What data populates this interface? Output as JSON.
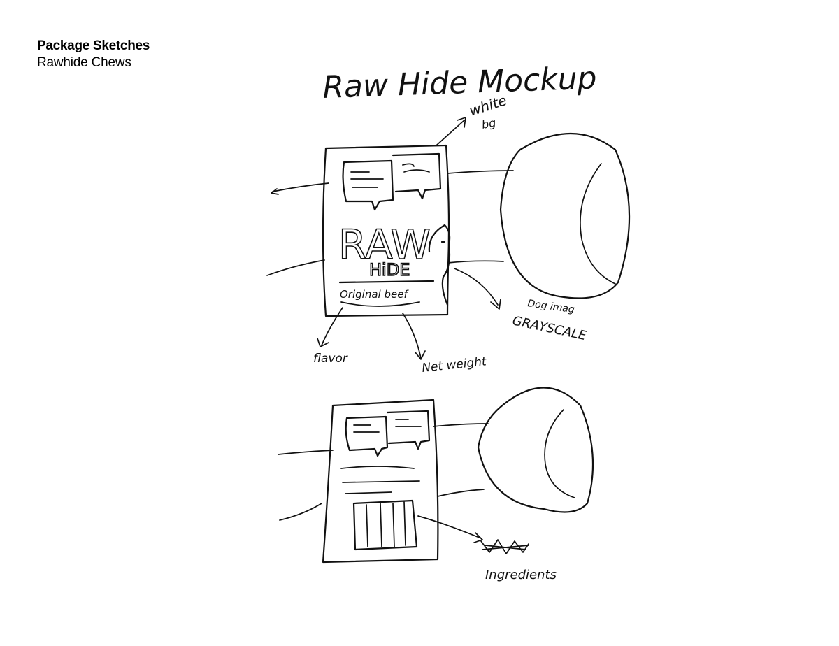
{
  "header": {
    "title": "Package Sketches",
    "subtitle": "Rawhide Chews"
  },
  "sketch": {
    "heading": "Raw Hide Mockup",
    "package_front": {
      "brand_line1": "RAW",
      "brand_line2": "HiDE",
      "flavor_text": "Original beef"
    },
    "annotations": {
      "white_bg_line1": "white",
      "white_bg_line2": "bg",
      "dog_line1": "Dog imag",
      "dog_line2": "GRAYSCALE",
      "flavor": "flavor",
      "net_weight": "Net weight",
      "ingredients": "Ingredients"
    }
  },
  "colors": {
    "ink": "#111111",
    "background": "#ffffff"
  }
}
